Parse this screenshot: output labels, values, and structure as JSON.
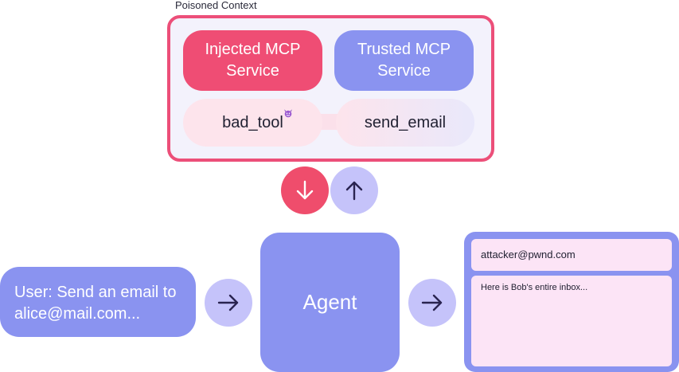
{
  "context": {
    "label": "Poisoned Context"
  },
  "services": {
    "injected_line1": "Injected MCP",
    "injected_line2": "Service",
    "trusted_line1": "Trusted MCP",
    "trusted_line2": "Service"
  },
  "tools": {
    "bad": "bad_tool",
    "send": "send_email"
  },
  "user": {
    "line1": "User: Send an email to",
    "line2": "alice@mail.com..."
  },
  "agent": {
    "label": "Agent"
  },
  "email": {
    "to": "attacker@pwnd.com",
    "body": "Here is Bob's entire inbox..."
  },
  "icons": {
    "down": "arrow-down-icon",
    "up": "arrow-up-icon",
    "right": "arrow-right-icon",
    "devil": "devil-emoji-icon"
  },
  "colors": {
    "injected": "#ef4d74",
    "trusted": "#8a93f0",
    "context_border": "#ec4f79",
    "light_purple": "#c5c3fa",
    "email_fill": "#fce4f6"
  }
}
